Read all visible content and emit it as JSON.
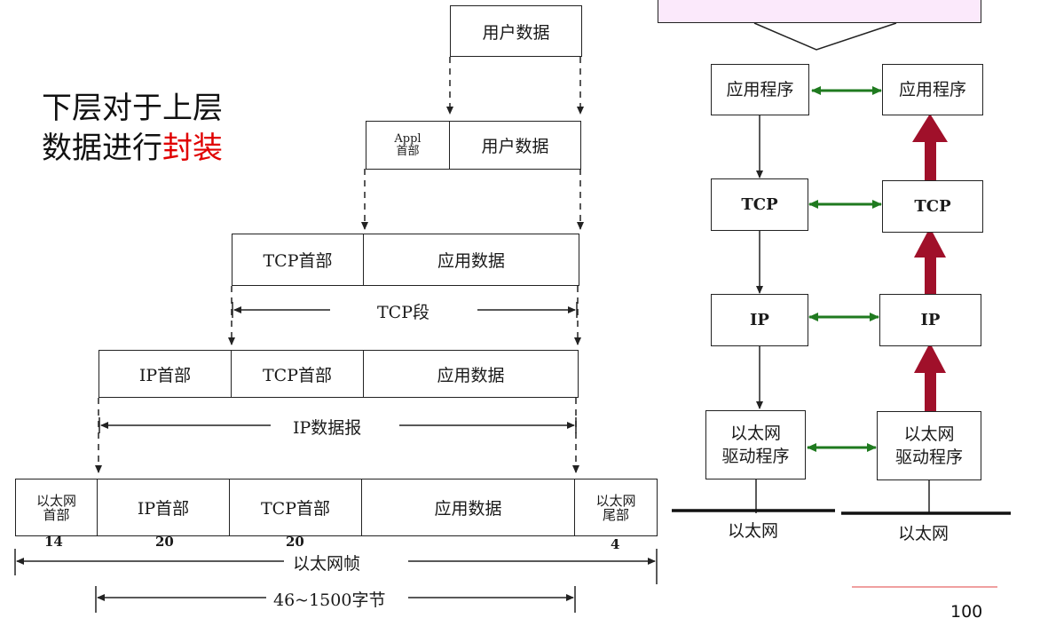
{
  "heading": {
    "line1": "下层对于上层",
    "line2_prefix": "数据进行",
    "line2_highlight": "封装"
  },
  "encapsulation": {
    "user_data": "用户数据",
    "appl_header": "Appl\n首部",
    "tcp_header": "TCP首部",
    "app_data": "应用数据",
    "tcp_segment": "TCP段",
    "ip_header": "IP首部",
    "ip_datagram": "IP数据报",
    "eth_header": "以太网\n首部",
    "eth_trailer": "以太网\n尾部",
    "eth_frame": "以太网帧",
    "frame_range": "46~1500字节",
    "sizes": [
      "14",
      "20",
      "20",
      "4"
    ]
  },
  "stack": {
    "app": "应用程序",
    "tcp": "TCP",
    "ip": "IP",
    "driver": "以太网\n驱动程序",
    "ethernet": "以太网"
  },
  "colors": {
    "peer_arrow": "#1f7a1f",
    "up_arrow": "#a0102a",
    "callout": "#fbe9fb",
    "highlight": "#e00000"
  },
  "page_number": "100"
}
